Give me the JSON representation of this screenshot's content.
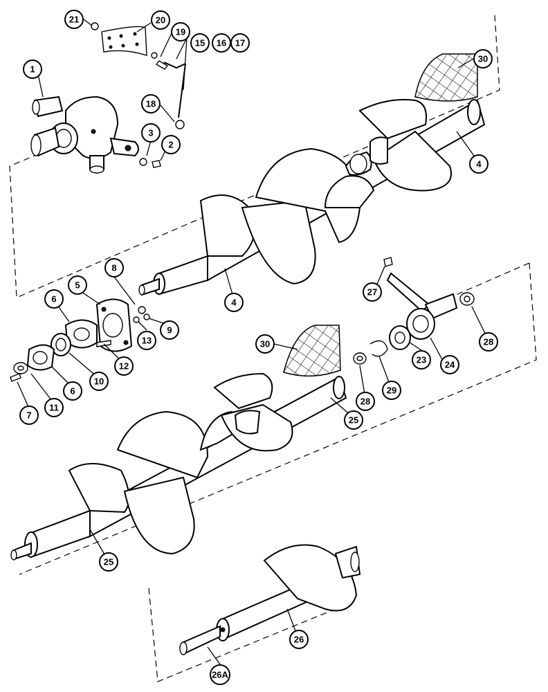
{
  "diagram": {
    "callouts": {
      "c1": "1",
      "c2": "2",
      "c3": "3",
      "c4_top": "4",
      "c4_mid": "4",
      "c5": "5",
      "c6_a": "6",
      "c6_b": "6",
      "c7": "7",
      "c8": "8",
      "c9": "9",
      "c10": "10",
      "c11": "11",
      "c12": "12",
      "c13": "13",
      "c15": "15",
      "c16": "16",
      "c17": "17",
      "c18": "18",
      "c19": "19",
      "c20": "20",
      "c21": "21",
      "c23": "23",
      "c24": "24",
      "c25_a": "25",
      "c25_b": "25",
      "c26": "26",
      "c26a": "26A",
      "c27": "27",
      "c28_a": "28",
      "c28_b": "28",
      "c29": "29",
      "c30_a": "30",
      "c30_b": "30"
    }
  }
}
